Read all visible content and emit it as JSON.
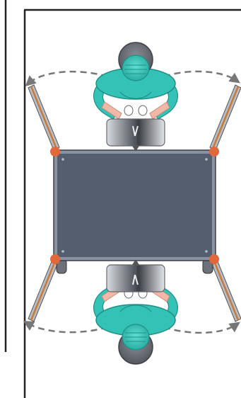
{
  "figure": {
    "kind": "top-down layout diagram",
    "subjects": [
      {
        "name": "operator-top",
        "faces": "down",
        "holds": "tablet"
      },
      {
        "name": "operator-bottom",
        "faces": "up",
        "holds": "tablet"
      }
    ],
    "doors": [
      {
        "name": "door-top-left",
        "swing": "dashed-arc"
      },
      {
        "name": "door-top-right",
        "swing": "dashed-arc"
      },
      {
        "name": "door-bottom-left",
        "swing": "dashed-arc"
      },
      {
        "name": "door-bottom-right",
        "swing": "dashed-arc"
      }
    ],
    "colors": {
      "table_fill": "#555e6f",
      "table_frame": "#8a93a1",
      "corner_accent": "#e2673a",
      "scrubs": "#35c2b6",
      "scrubs_dark": "#1f8f86",
      "cap": "#6e7079",
      "skin": "#f1b8a8",
      "dashed_arc": "#777777",
      "door_panel": "#b8bdc6",
      "door_edge": "#c77a3a",
      "wall": "#222222"
    },
    "icons": [
      "tablet-icon",
      "arrow-down-icon",
      "arrow-up-icon",
      "wheel-icon"
    ]
  }
}
